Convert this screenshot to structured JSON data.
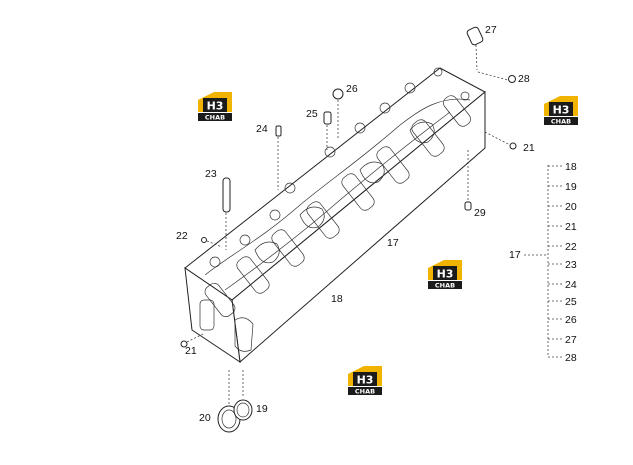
{
  "callouts": [
    {
      "id": "27",
      "text": "27"
    },
    {
      "id": "28",
      "text": "28"
    },
    {
      "id": "26",
      "text": "26"
    },
    {
      "id": "25",
      "text": "25"
    },
    {
      "id": "24",
      "text": "24"
    },
    {
      "id": "21a",
      "text": "21"
    },
    {
      "id": "23",
      "text": "23"
    },
    {
      "id": "29",
      "text": "29"
    },
    {
      "id": "22",
      "text": "22"
    },
    {
      "id": "17",
      "text": "17"
    },
    {
      "id": "18",
      "text": "18"
    },
    {
      "id": "21b",
      "text": "21"
    },
    {
      "id": "20",
      "text": "20"
    },
    {
      "id": "19",
      "text": "19"
    }
  ],
  "legend": {
    "root": "17",
    "items": [
      "18",
      "19",
      "20",
      "21",
      "22",
      "23",
      "24",
      "25",
      "26",
      "27",
      "28"
    ]
  },
  "watermark": {
    "top_text": "H3",
    "bottom_text": "CHAB",
    "colors": {
      "gold": "#f0b400",
      "dark": "#1b1b1b"
    }
  }
}
